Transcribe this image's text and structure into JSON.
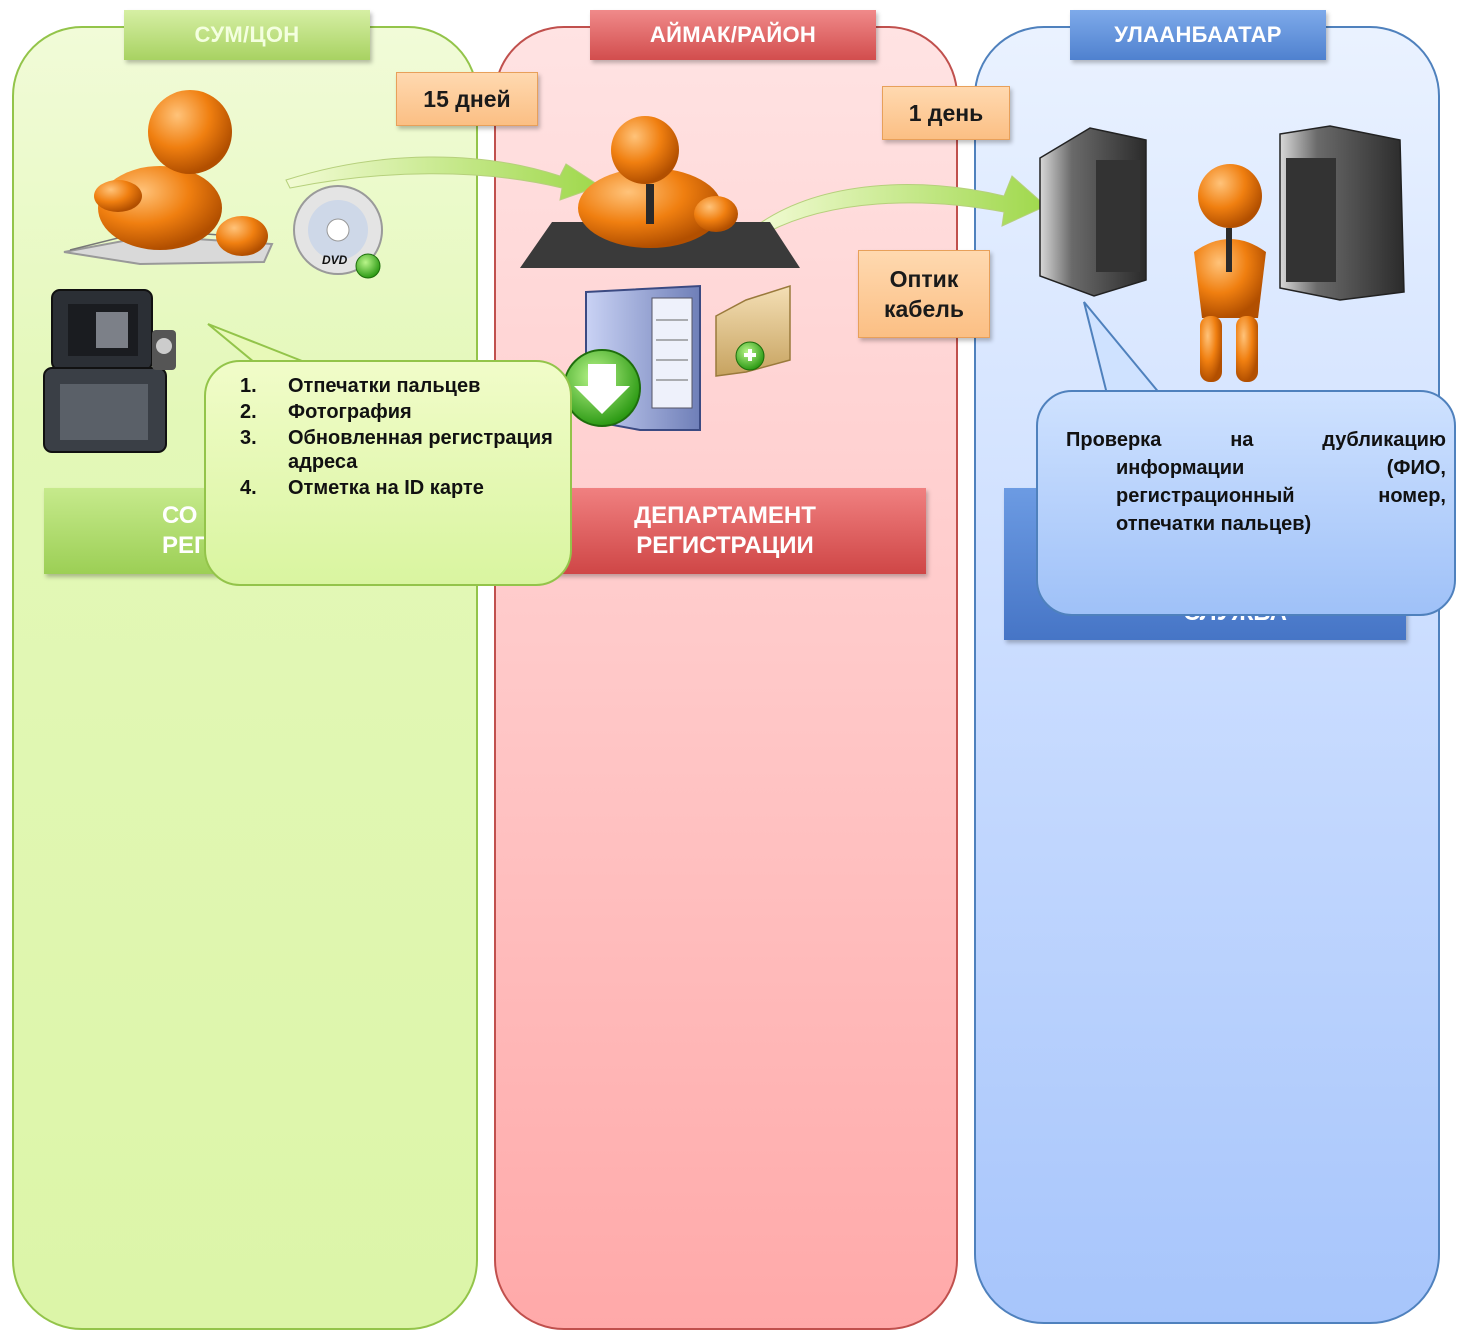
{
  "lanes": {
    "sum": {
      "tab": "СУМ/ЦОН",
      "ribbon_line1": "СО",
      "ribbon_line2": "РЕГИ"
    },
    "aimak": {
      "tab": "АЙМАК/РАЙОН",
      "ribbon_line1": "ДЕПАРТАМЕНТ",
      "ribbon_line2": "РЕГИСТРАЦИИ"
    },
    "ulaanbaatar": {
      "tab": "УЛААНБААТАР",
      "ribbon_partial": "СЛУЖБА"
    }
  },
  "labels": {
    "days_15": "15 дней",
    "day_1": "1 день",
    "optic_line1": "Оптик",
    "optic_line2": "кабель"
  },
  "callout_green": {
    "items": [
      {
        "num": "1.",
        "text": "Отпечатки пальцев"
      },
      {
        "num": "2.",
        "text": "Фотография"
      },
      {
        "num": "3.",
        "text": "Обновленная регистрация адреса"
      },
      {
        "num": "4.",
        "text": "Отметка на ID карте"
      }
    ]
  },
  "callout_blue": {
    "text": "Проверка на дубликацию информации (ФИО, регистрационный номер, отпечатки пальцев)"
  },
  "icons": {
    "dvd_label": "DVD"
  },
  "colors": {
    "green": "#93c44a",
    "red": "#c0504d",
    "blue": "#4f81bd",
    "orange_figure": "#f07f10",
    "label_orange": "#fbbf84"
  }
}
